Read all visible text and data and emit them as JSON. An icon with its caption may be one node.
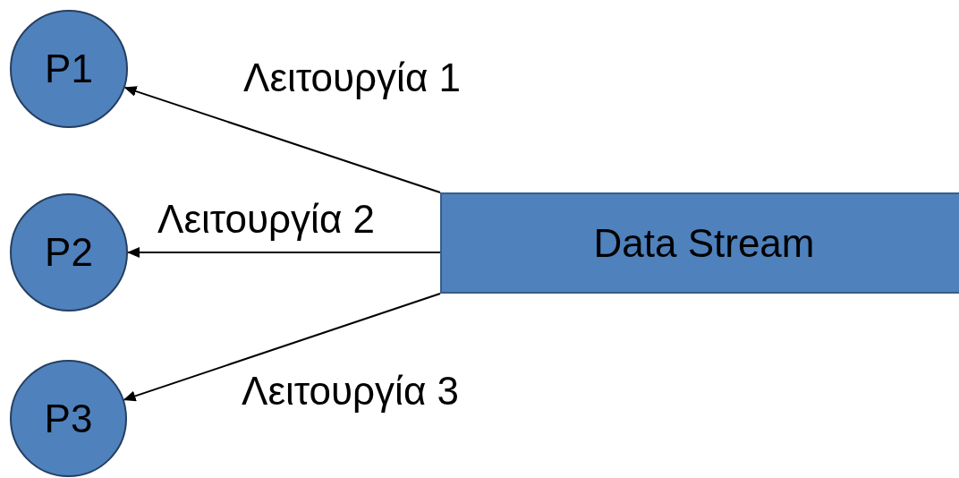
{
  "diagram": {
    "nodes": [
      {
        "text": [
          "P1"
        ]
      },
      {
        "text": [
          "P2"
        ]
      },
      {
        "text": [
          "P3"
        ]
      },
      {
        "text": [
          "Data Stream"
        ]
      }
    ],
    "edges": [
      {
        "from": 3,
        "to": 0,
        "arrow": "to",
        "label": "Λειτουργία 1"
      },
      {
        "from": 3,
        "to": 1,
        "arrow": "to",
        "label": "Λειτουργία 2"
      },
      {
        "from": 3,
        "to": 2,
        "arrow": "to",
        "label": "Λειτουργία 3"
      }
    ]
  }
}
